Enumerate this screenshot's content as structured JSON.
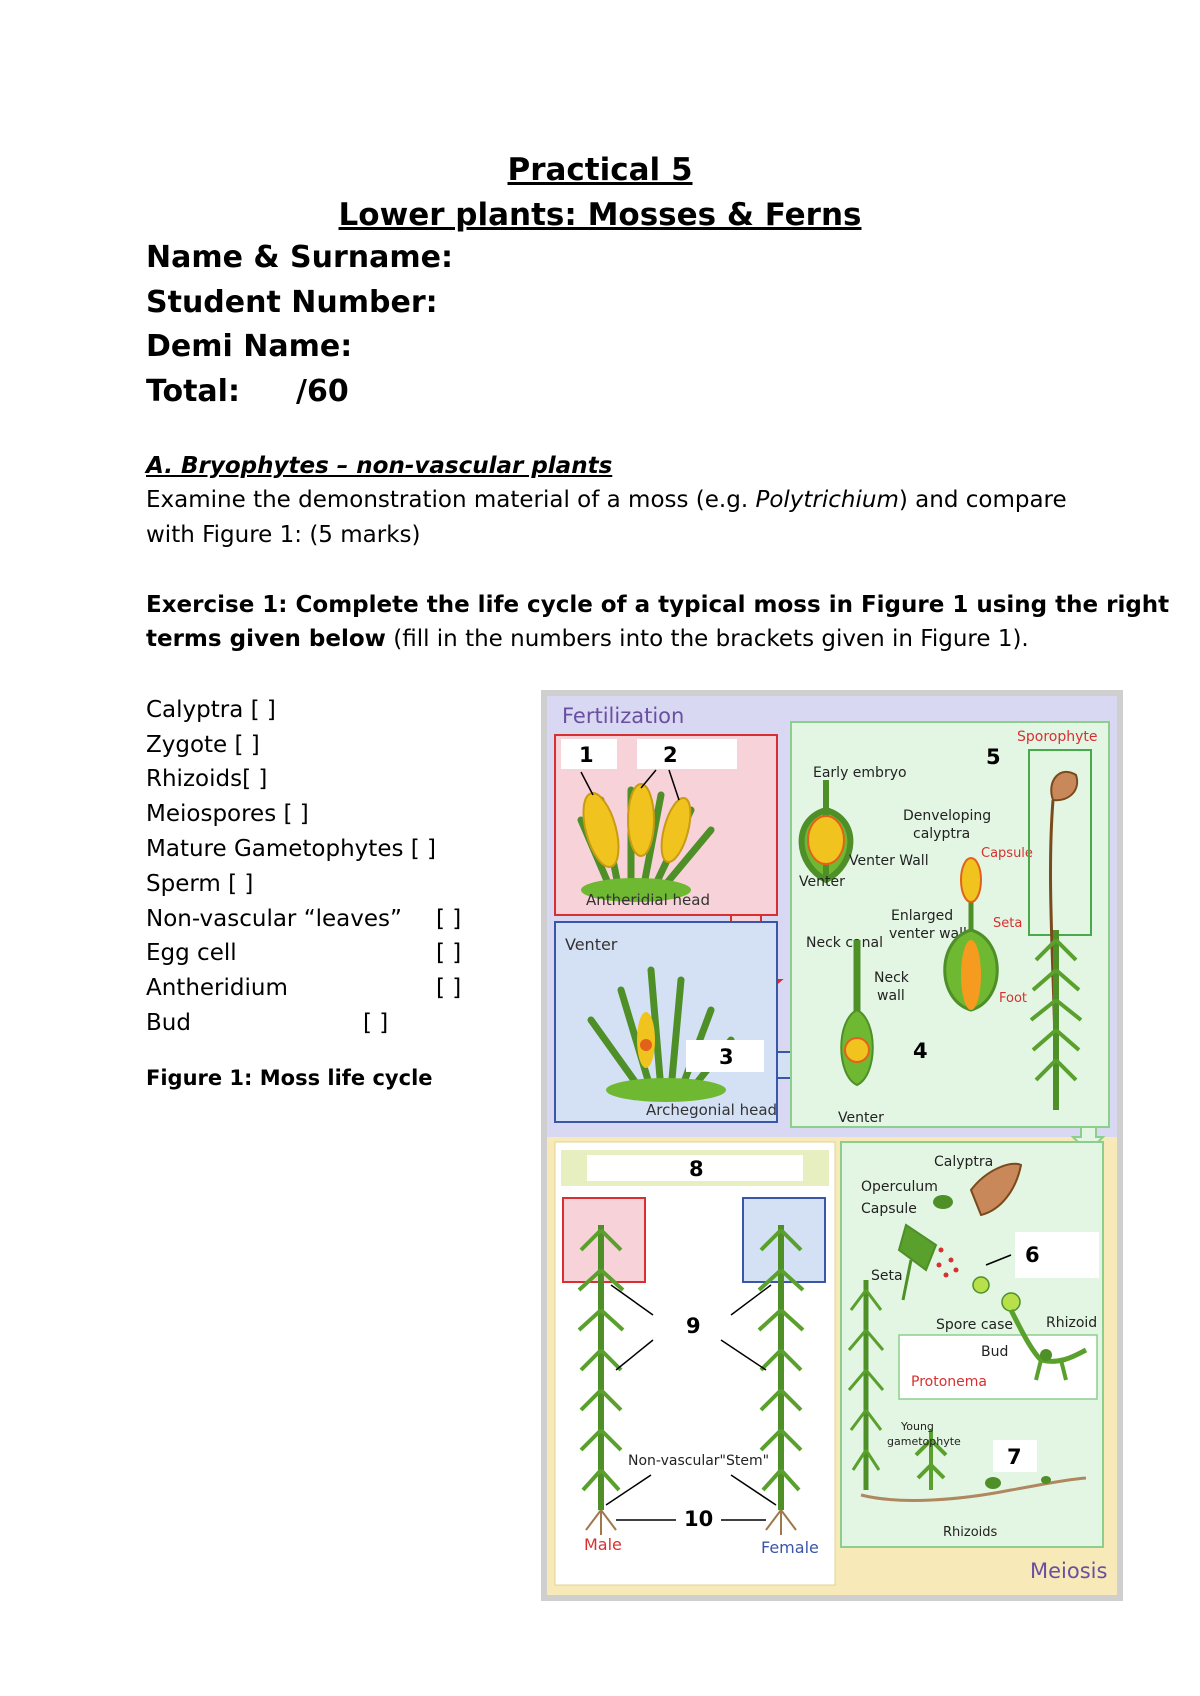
{
  "title": "Practical 5",
  "subtitle": "Lower plants: Mosses & Ferns",
  "fields": {
    "name": "Name & Surname:",
    "student_number": "Student Number:",
    "demi": "Demi Name:",
    "total_label": "Total:",
    "total_value": "/60"
  },
  "section_a": {
    "heading": "A. Bryophytes – non-vascular plants",
    "instr_part1": "Examine the demonstration material of a moss (e.g. ",
    "instr_italic": "Polytrichium",
    "instr_part2": ") and compare",
    "instr_line2": "with Figure 1: (5 marks)"
  },
  "exercise": {
    "bold_line1": "Exercise 1: Complete the life cycle of a typical moss in Figure 1 using the right",
    "bold_line2": "terms given below",
    "normal_line2": " (fill in the numbers into the brackets given in Figure 1)."
  },
  "terms": [
    "Calyptra [    ]",
    "Zygote [    ]",
    "Rhizoids[    ]",
    "Meiospores [    ]",
    "Mature Gametophytes [    ]",
    "Sperm [    ]",
    "Non-vascular “leaves”",
    "Egg cell",
    "Antheridium",
    "Bud"
  ],
  "term_brackets": [
    "[    ]",
    "[    ]",
    "[    ]",
    "[    ]"
  ],
  "figure_caption": "Figure 1: Moss life cycle",
  "diagram": {
    "fertilization": "Fertilization",
    "meiosis": "Meiosis",
    "antheridial_head": "Antheridial head",
    "archegonial_head": "Archegonial head",
    "venter": "Venter",
    "early_embryo": "Early embryo",
    "venter_wall": "Venter Wall",
    "venter2": "Venter",
    "developing_calyptra_1": "Denveloping",
    "developing_calyptra_2": "calyptra",
    "capsule": "Capsule",
    "sporophyte": "Sporophyte",
    "enlarged_venter_1": "Enlarged",
    "enlarged_venter_2": "venter wall",
    "seta": "Seta",
    "foot": "Foot",
    "neck_canal": "Neck canal",
    "neck_wall_1": "Neck",
    "neck_wall_2": "wall",
    "venter3": "Venter",
    "calyptra": "Calyptra",
    "operculum": "Operculum",
    "capsule2": "Capsule",
    "seta2": "Seta",
    "spore_case": "Spore case",
    "rhizoid": "Rhizoid",
    "bud": "Bud",
    "protonema": "Protonema",
    "young_gametophyte_1": "Young",
    "young_gametophyte_2": "gametophyte",
    "rhizoids": "Rhizoids",
    "stem": "Non-vascular\"Stem\"",
    "male": "Male",
    "female": "Female",
    "n1": "1",
    "n2": "2",
    "n3": "3",
    "n4": "4",
    "n5": "5",
    "n6": "6",
    "n7": "7",
    "n8": "8",
    "n9": "9",
    "n10": "10"
  },
  "colors": {
    "fert_bg": "#d9d8f2",
    "meiosis_bg": "#f7e9b8",
    "pink_panel": "#f7d2d8",
    "blue_panel": "#d4e1f5",
    "green_panel": "#e3f6e3",
    "moss_green": "#5aa02c",
    "label_purple": "#6a4fa0",
    "red_label": "#d83030"
  }
}
